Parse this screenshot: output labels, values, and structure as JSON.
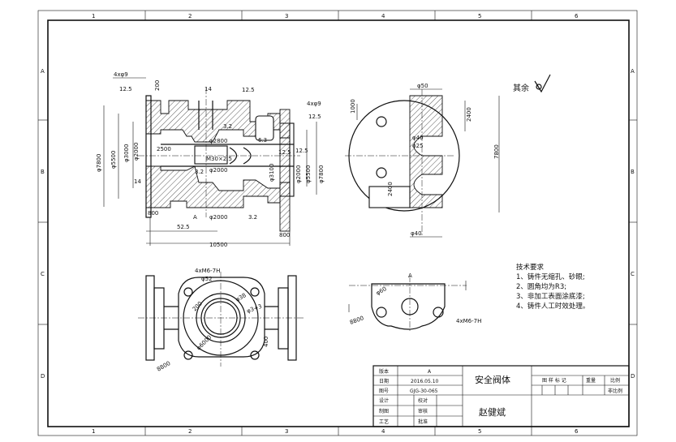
{
  "zones": {
    "columns": [
      "1",
      "2",
      "3",
      "4",
      "5",
      "6"
    ],
    "rows": [
      "A",
      "B",
      "C",
      "D"
    ]
  },
  "surface_note": "其余",
  "tech_requirements": {
    "title": "技术要求",
    "items": [
      "1、铸件无缩孔、砂眼;",
      "2、圆角均为R3;",
      "3、非加工表面涂底漆;",
      "4、铸件人工时效处理。"
    ]
  },
  "dims": {
    "front": [
      "4xφ9",
      "12.5",
      "200",
      "14",
      "12.5",
      "4xφ9",
      "12.5",
      "φ7800",
      "φ5500",
      "φ3000",
      "φ2000",
      "2500",
      "φ2800",
      "M30×2.5",
      "φ2000",
      "3.2",
      "6.3",
      "φ3100",
      "φ2000",
      "φ5500",
      "φ7800",
      "A",
      "φ2000",
      "3.2",
      "12.5",
      "800",
      "52.5",
      "10500",
      "800",
      "12.5",
      "14",
      "3.2"
    ],
    "side": [
      "φ50",
      "1000",
      "2400",
      "φ40",
      "φ25",
      "7800",
      "2400",
      "φ40"
    ],
    "top": [
      "4xM6-7H",
      "φ52",
      "200",
      "φ38",
      "φ3+3",
      "φ6000",
      "400",
      "8800"
    ],
    "detail": [
      "A",
      "φ60",
      "8800",
      "4xM6-7H"
    ]
  },
  "title_block": {
    "left_labels": [
      "版本",
      "日期",
      "图号",
      "设计",
      "制图",
      "工艺"
    ],
    "left_values": [
      "A",
      "2016.05.10",
      "GJG-30-065"
    ],
    "review_labels": [
      "校对",
      "审核",
      "批准"
    ],
    "part_name": "安全阀体",
    "author": "赵健斌",
    "mark_header": [
      "图 样 标 记",
      "重量",
      "比例"
    ],
    "ratio_value": "非比例"
  }
}
